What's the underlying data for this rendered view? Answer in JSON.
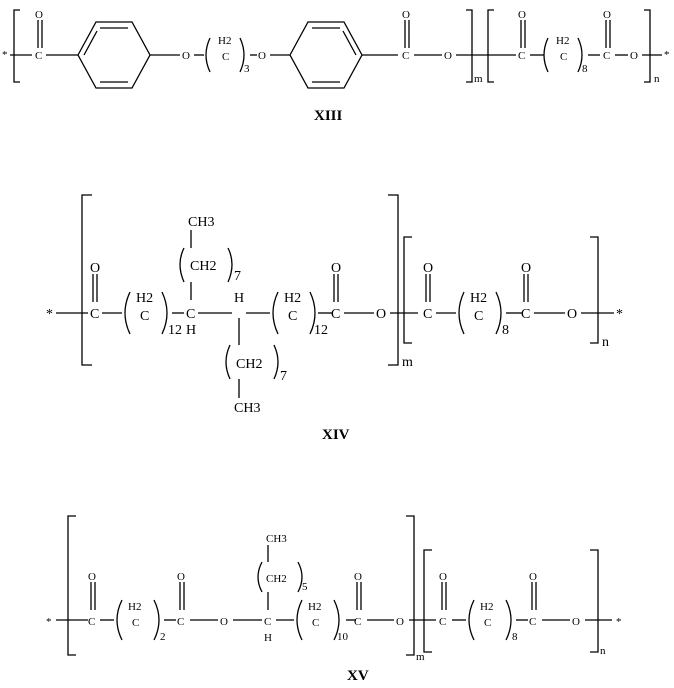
{
  "figure": {
    "labels": {
      "xiii": "XIII",
      "xiv": "XIV",
      "xv": "XV"
    },
    "atoms": {
      "star": "*",
      "carbon": "C",
      "oxygen": "O",
      "hydrogen": "H",
      "ch2": "H2",
      "methyl": "CH3",
      "methylene": "CH2"
    },
    "subscripts": {
      "m": "m",
      "n": "n",
      "three": "3",
      "eight": "8",
      "twelve": "12",
      "seven": "7",
      "two": "2",
      "ten": "10",
      "five": "5"
    }
  }
}
